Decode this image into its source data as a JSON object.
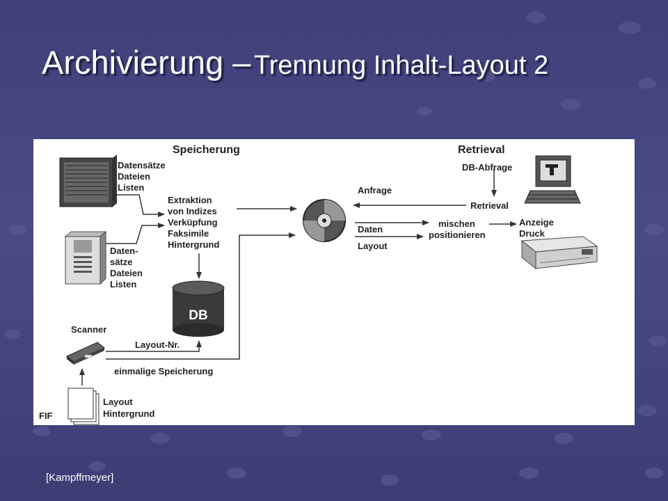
{
  "slide": {
    "title_main": "Archivierung –",
    "title_sub": "Trennung Inhalt-Layout 2",
    "source": "[Kampffmeyer]"
  },
  "diagram": {
    "section_storage": "Speicherung",
    "section_retrieval": "Retrieval",
    "mainframe_label": [
      "Datensätze",
      "Dateien",
      "Listen"
    ],
    "server_label": [
      "Daten-",
      "sätze",
      "Dateien",
      "Listen"
    ],
    "extraction_label": [
      "Extraktion",
      "von Indizes",
      "Verküpfung",
      "Faksimile",
      "Hintergrund"
    ],
    "db_label": "DB",
    "scanner_label": "Scanner",
    "layout_nr_label": "Layout-Nr.",
    "one_time_storage_label": "einmalige Speicherung",
    "document_label": [
      "Layout",
      "Hintergrund"
    ],
    "query_label": "Anfrage",
    "data_label": "Daten",
    "layout_label": "Layout",
    "db_query_label": "DB-Abfrage",
    "retrieval_label": "Retrieval",
    "merge_label": [
      "mischen",
      "positionieren"
    ],
    "output_label": [
      "Anzeige",
      "Druck"
    ],
    "logo_text": "FIF"
  },
  "colors": {
    "background": "#44447f",
    "panel": "#ffffff",
    "ink": "#222222"
  }
}
